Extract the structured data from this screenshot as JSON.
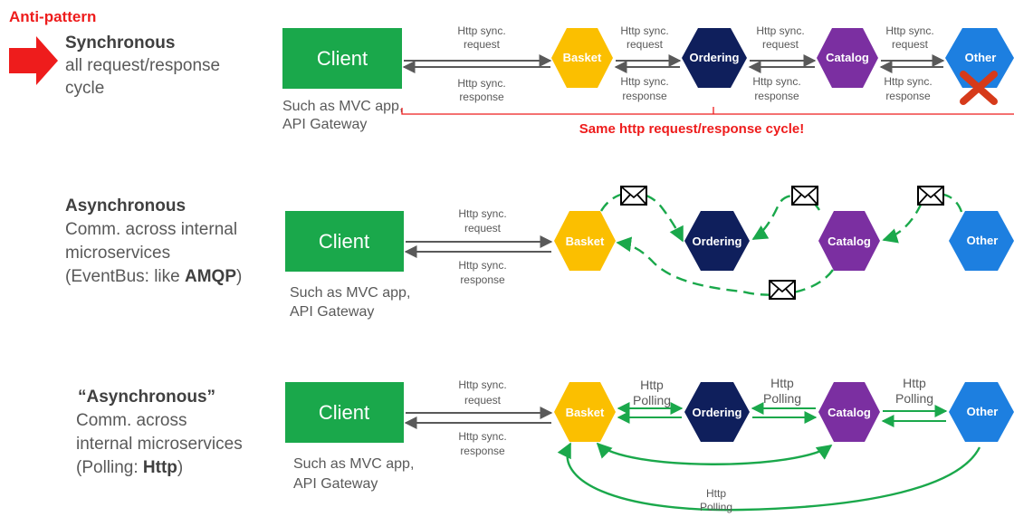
{
  "anti_pattern_label": "Anti-pattern",
  "colors": {
    "client": "#1aa84b",
    "basket": "#fbbf00",
    "ordering": "#0f1f5c",
    "catalog": "#7b2fa1",
    "other": "#1d7fe0",
    "anti": "#ee1c1c",
    "sync_arrow": "#595959",
    "async_arrow": "#1aa84b"
  },
  "sections": [
    {
      "title": "Synchronous",
      "desc": [
        "all request/response",
        "cycle"
      ],
      "client_label": "Client",
      "client_caption": [
        "Such as MVC app,",
        "API Gateway"
      ],
      "services": [
        "Basket",
        "Ordering",
        "Catalog",
        "Other"
      ],
      "links": [
        {
          "top": [
            "Http sync.",
            "request"
          ],
          "bottom": [
            "Http sync.",
            "response"
          ]
        },
        {
          "top": [
            "Http sync.",
            "request"
          ],
          "bottom": [
            "Http sync.",
            "response"
          ]
        },
        {
          "top": [
            "Http sync.",
            "request"
          ],
          "bottom": [
            "Http sync.",
            "response"
          ]
        },
        {
          "top": [
            "Http sync.",
            "request"
          ],
          "bottom": [
            "Http sync.",
            "response"
          ]
        }
      ],
      "bracket_label": "Same http request/response  cycle!"
    },
    {
      "title": "Asynchronous",
      "desc": [
        "Comm. across internal",
        "microservices"
      ],
      "desc_prefix": "(EventBus: like ",
      "desc_bold": "AMQP",
      "desc_suffix": ")",
      "client_label": "Client",
      "client_caption": [
        "Such as MVC app,",
        "API Gateway"
      ],
      "services": [
        "Basket",
        "Ordering",
        "Catalog",
        "Other"
      ],
      "client_link": {
        "top": [
          "Http sync.",
          "request"
        ],
        "bottom": [
          "Http sync.",
          "response"
        ]
      }
    },
    {
      "title": "“Asynchronous”",
      "desc": [
        "Comm. across",
        "internal microservices"
      ],
      "desc_prefix": "(Polling: ",
      "desc_bold": "Http",
      "desc_suffix": ")",
      "client_label": "Client",
      "client_caption": [
        "Such as MVC app,",
        "API Gateway"
      ],
      "services": [
        "Basket",
        "Ordering",
        "Catalog",
        "Other"
      ],
      "client_link": {
        "top": [
          "Http sync.",
          "request"
        ],
        "bottom": [
          "Http sync.",
          "response"
        ]
      },
      "polling": [
        "Http",
        "Polling"
      ]
    }
  ]
}
